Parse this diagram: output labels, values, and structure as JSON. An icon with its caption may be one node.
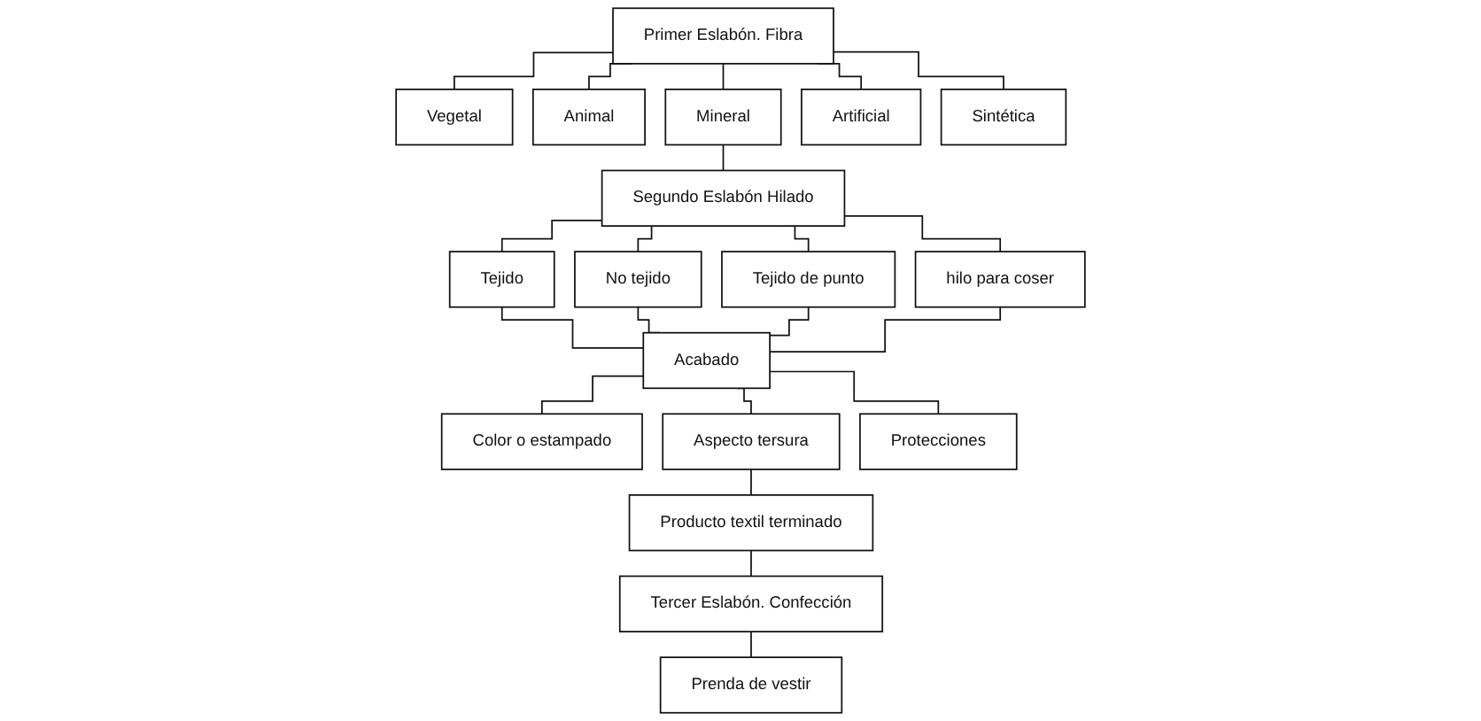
{
  "diagram": {
    "nodes": [
      {
        "text": [
          "Primer Eslabón. Fibra"
        ]
      },
      {
        "text": [
          "Vegetal"
        ]
      },
      {
        "text": [
          "Animal"
        ]
      },
      {
        "text": [
          "Mineral"
        ]
      },
      {
        "text": [
          "Artificial"
        ]
      },
      {
        "text": [
          "Sintética"
        ]
      },
      {
        "text": [
          "Segundo Eslabón Hilado"
        ]
      },
      {
        "text": [
          "Tejido"
        ]
      },
      {
        "text": [
          "No tejido"
        ]
      },
      {
        "text": [
          "Tejido de punto"
        ]
      },
      {
        "text": [
          "hilo para coser"
        ]
      },
      {
        "text": [
          "Acabado"
        ]
      },
      {
        "text": [
          "Color o estampado"
        ]
      },
      {
        "text": [
          "Aspecto tersura"
        ]
      },
      {
        "text": [
          "Protecciones"
        ]
      },
      {
        "text": [
          "Producto textil terminado"
        ]
      },
      {
        "text": [
          "Tercer Eslabón. Confección"
        ]
      },
      {
        "text": [
          "Prenda de vestir"
        ]
      }
    ],
    "edges": [
      {
        "from": 0,
        "to": 1,
        "arrow": "none"
      },
      {
        "from": 0,
        "to": 2,
        "arrow": "none"
      },
      {
        "from": 0,
        "to": 3,
        "arrow": "none"
      },
      {
        "from": 0,
        "to": 4,
        "arrow": "none"
      },
      {
        "from": 0,
        "to": 5,
        "arrow": "none"
      },
      {
        "from": 3,
        "to": 6,
        "arrow": "none"
      },
      {
        "from": 6,
        "to": 7,
        "arrow": "none"
      },
      {
        "from": 6,
        "to": 8,
        "arrow": "none"
      },
      {
        "from": 6,
        "to": 9,
        "arrow": "none"
      },
      {
        "from": 6,
        "to": 10,
        "arrow": "none"
      },
      {
        "from": 7,
        "to": 11,
        "arrow": "none"
      },
      {
        "from": 8,
        "to": 11,
        "arrow": "none"
      },
      {
        "from": 9,
        "to": 11,
        "arrow": "none"
      },
      {
        "from": 10,
        "to": 11,
        "arrow": "none"
      },
      {
        "from": 11,
        "to": 12,
        "arrow": "none"
      },
      {
        "from": 11,
        "to": 13,
        "arrow": "none"
      },
      {
        "from": 11,
        "to": 14,
        "arrow": "none"
      },
      {
        "from": 13,
        "to": 15,
        "arrow": "none"
      },
      {
        "from": 15,
        "to": 16,
        "arrow": "none"
      },
      {
        "from": 16,
        "to": 17,
        "arrow": "none"
      }
    ]
  }
}
